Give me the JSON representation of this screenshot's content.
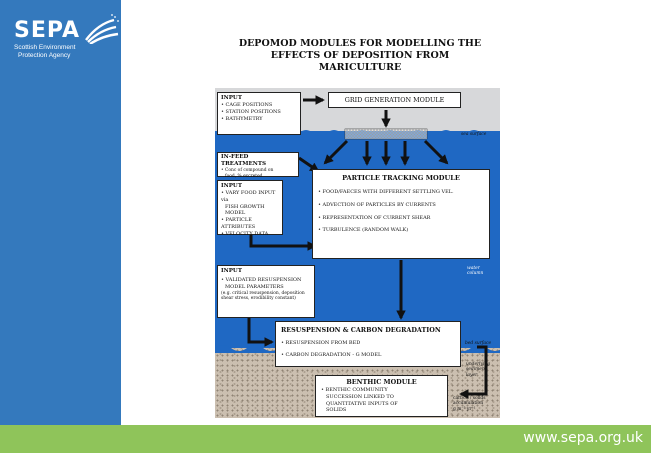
{
  "logo": {
    "word": "SEPA",
    "subtitle_line1": "Scottish Environment",
    "subtitle_line2": "Protection Agency"
  },
  "footer": {
    "url": "www.sepa.org.uk"
  },
  "title": {
    "line1": "DEPOMOD MODULES FOR MODELLING THE",
    "line2": "EFFECTS OF DEPOSITION FROM",
    "line3": "MARICULTURE"
  },
  "input1": {
    "heading": "INPUT",
    "items": [
      "• CAGE POSITIONS",
      "• STATION POSITIONS",
      "• BATHYMETRY"
    ]
  },
  "grid": {
    "label": "GRID GENERATION MODULE"
  },
  "labels": {
    "sea_surface": "sea surface",
    "water_column_1": "water",
    "water_column_2": "column",
    "bed_surface": "bed surface",
    "underlying_1": "underlying",
    "underlying_2": "sediment",
    "underlying_3": "layer"
  },
  "infeed": {
    "heading": "IN-FEED TREATMENTS",
    "line1": "• Conc of compound on",
    "line2": "food, % excreted"
  },
  "input2": {
    "heading": "INPUT",
    "items": [
      "• VARY FOOD INPUT via",
      "FISH GROWTH MODEL",
      "• PARTICLE ATTRIBUTES",
      "• VELOCITY DATA"
    ]
  },
  "particle": {
    "title": "PARTICLE TRACKING MODULE",
    "items": [
      "• FOOD/FAECES WITH DIFFERENT SETTLING VEL.",
      "• ADVECTION OF PARTICLES BY CURRENTS",
      "• REPRESENTATION OF CURRENT SHEAR",
      "• TURBULENCE (RANDOM WALK)"
    ]
  },
  "input3": {
    "heading": "INPUT",
    "line1": "• VALIDATED RESUSPENSION",
    "line2": "MODEL PARAMETERS",
    "note1": "(e.g. critical resuspension, deposition",
    "note2": "shear stress, erodibility constant)"
  },
  "resusp": {
    "title": "RESUSPENSION & CARBON DEGRADATION",
    "items": [
      "• RESUSPENSION FROM BED",
      "• CARBON DEGRADATION - G MODEL"
    ]
  },
  "benthic": {
    "title": "BENTHIC MODULE",
    "items": [
      "• BENTHIC COMMUNITY",
      "SUCCESSION LINKED TO",
      "QUANTITATIVE INPUTS OF",
      "SOLIDS"
    ]
  },
  "accum": {
    "line1": "carbon / solids",
    "line2": "accumulation",
    "line3": "g m⁻² yr⁻¹"
  },
  "colors": {
    "sidebar": "#3479bd",
    "footer": "#8fc45a",
    "water": "#1f68c3",
    "sky": "#d7d8da",
    "sediment": "#cbbfb0"
  }
}
